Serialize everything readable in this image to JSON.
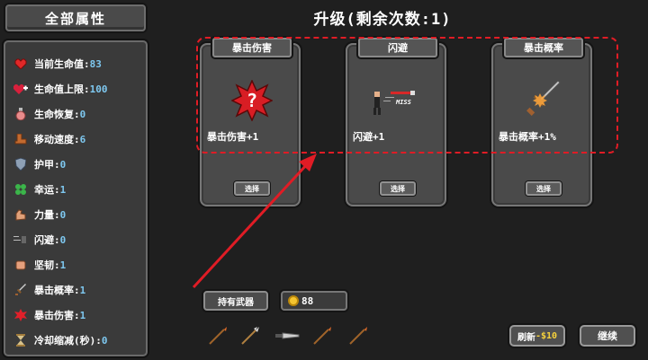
{
  "left": {
    "title": "全部属性",
    "stats": [
      {
        "label": "当前生命值:",
        "value": "83",
        "icon": "heart-icon",
        "color": "#e02828"
      },
      {
        "label": "生命值上限:",
        "value": "100",
        "icon": "heart-plus-icon",
        "color": "#d8203c"
      },
      {
        "label": "生命恢复:",
        "value": "0",
        "icon": "potion-icon",
        "color": "#e88b8b"
      },
      {
        "label": "移动速度:",
        "value": "6",
        "icon": "boot-icon",
        "color": "#c36a2f"
      },
      {
        "label": "护甲:",
        "value": "0",
        "icon": "shield-icon",
        "color": "#8ea0b5"
      },
      {
        "label": "幸运:",
        "value": "1",
        "icon": "clover-icon",
        "color": "#3bb54a"
      },
      {
        "label": "力量:",
        "value": "0",
        "icon": "arm-icon",
        "color": "#e0a17a"
      },
      {
        "label": "闪避:",
        "value": "0",
        "icon": "dash-icon",
        "color": "#bbbbbb"
      },
      {
        "label": "坚韧:",
        "value": "1",
        "icon": "fist-icon",
        "color": "#e5a07d"
      },
      {
        "label": "暴击概率:",
        "value": "1",
        "icon": "sword-icon",
        "color": "#cccccc"
      },
      {
        "label": "暴击伤害:",
        "value": "1",
        "icon": "crit-icon",
        "color": "#e0202a"
      },
      {
        "label": "冷却缩减(秒):",
        "value": "0",
        "icon": "hourglass-icon",
        "color": "#d8c28a"
      }
    ]
  },
  "title": "升级(剩余次数:1)",
  "cards": [
    {
      "header": "暴击伤害",
      "desc": "暴击伤害+1",
      "button": "选择"
    },
    {
      "header": "闪避",
      "desc": "闪避+1",
      "button": "选择"
    },
    {
      "header": "暴击概率",
      "desc": "暴击概率+1%",
      "button": "选择"
    }
  ],
  "dodge_art_text": "MISS",
  "bottom": {
    "weapons_label": "持有武器",
    "coins": "88",
    "refresh_label": "刷新",
    "refresh_cost": "-$10",
    "continue_label": "继续"
  },
  "colors": {
    "accent_red": "#e01c25",
    "stat_value": "#7ec8f0",
    "coin": "#f4c430"
  }
}
